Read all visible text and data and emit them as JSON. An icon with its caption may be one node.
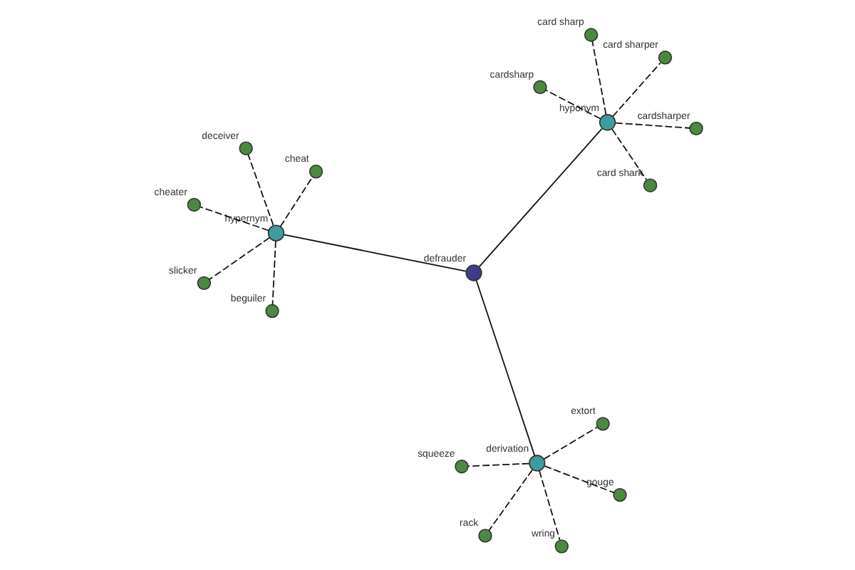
{
  "diagram": {
    "nodes": [
      {
        "text": [
          "slicker"
        ]
      },
      {
        "text": [
          "cheat"
        ]
      },
      {
        "text": [
          "beguiler"
        ]
      },
      {
        "text": [
          "deceiver"
        ]
      },
      {
        "text": [
          "hypernym"
        ]
      },
      {
        "text": [
          "cheater"
        ]
      },
      {
        "text": [
          "rack"
        ]
      },
      {
        "text": [
          "gouge"
        ]
      },
      {
        "text": [
          "defrauder"
        ]
      },
      {
        "text": [
          "derivation"
        ]
      },
      {
        "text": [
          "wring"
        ]
      },
      {
        "text": [
          "squeeze"
        ]
      },
      {
        "text": [
          "extort"
        ]
      },
      {
        "text": [
          "card sharper"
        ]
      },
      {
        "text": [
          "hyponym"
        ]
      },
      {
        "text": [
          "card shark"
        ]
      },
      {
        "text": [
          "cardsharper"
        ]
      },
      {
        "text": [
          "card sharp"
        ]
      },
      {
        "text": [
          "cardsharp"
        ]
      }
    ],
    "edges": [
      {
        "from": 8,
        "to": 4,
        "arrow": "none"
      },
      {
        "from": 8,
        "to": 9,
        "arrow": "none"
      },
      {
        "from": 8,
        "to": 14,
        "arrow": "none"
      },
      {
        "from": 4,
        "to": 0,
        "arrow": "none",
        "style": "dashed"
      },
      {
        "from": 4,
        "to": 1,
        "arrow": "none",
        "style": "dashed"
      },
      {
        "from": 4,
        "to": 2,
        "arrow": "none",
        "style": "dashed"
      },
      {
        "from": 4,
        "to": 3,
        "arrow": "none",
        "style": "dashed"
      },
      {
        "from": 4,
        "to": 5,
        "arrow": "none",
        "style": "dashed"
      },
      {
        "from": 9,
        "to": 6,
        "arrow": "none",
        "style": "dashed"
      },
      {
        "from": 9,
        "to": 7,
        "arrow": "none",
        "style": "dashed"
      },
      {
        "from": 9,
        "to": 10,
        "arrow": "none",
        "style": "dashed"
      },
      {
        "from": 9,
        "to": 11,
        "arrow": "none",
        "style": "dashed"
      },
      {
        "from": 9,
        "to": 12,
        "arrow": "none",
        "style": "dashed"
      },
      {
        "from": 14,
        "to": 13,
        "arrow": "none",
        "style": "dashed"
      },
      {
        "from": 14,
        "to": 15,
        "arrow": "none",
        "style": "dashed"
      },
      {
        "from": 14,
        "to": 16,
        "arrow": "none",
        "style": "dashed"
      },
      {
        "from": 14,
        "to": 17,
        "arrow": "none",
        "style": "dashed"
      },
      {
        "from": 14,
        "to": 18,
        "arrow": "none",
        "style": "dashed"
      }
    ]
  }
}
